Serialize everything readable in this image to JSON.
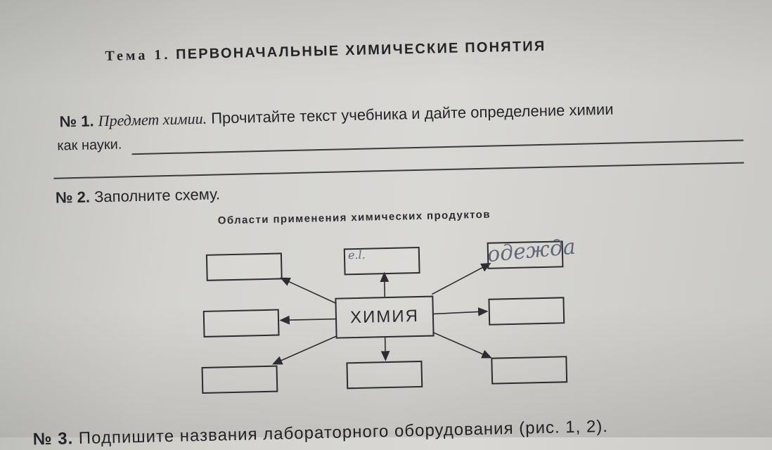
{
  "topic": {
    "prefix": "Тема 1.",
    "title": "ПЕРВОНАЧАЛЬНЫЕ ХИМИЧЕСКИЕ ПОНЯТИЯ"
  },
  "task1": {
    "number": "№ 1.",
    "subject": "Предмет химии.",
    "text": "Прочитайте текст учебника и дайте определение химии",
    "text2": "как науки."
  },
  "task2": {
    "number": "№ 2.",
    "text": "Заполните схему."
  },
  "diagram": {
    "title": "Области применения химических продуктов",
    "center": "ХИМИЯ",
    "handwriting": {
      "top_middle": "e.l.",
      "top_right": "одежда"
    }
  },
  "task3": {
    "number": "№ 3.",
    "text": "Подпишите названия лабораторного оборудования (рис. 1, 2)."
  }
}
